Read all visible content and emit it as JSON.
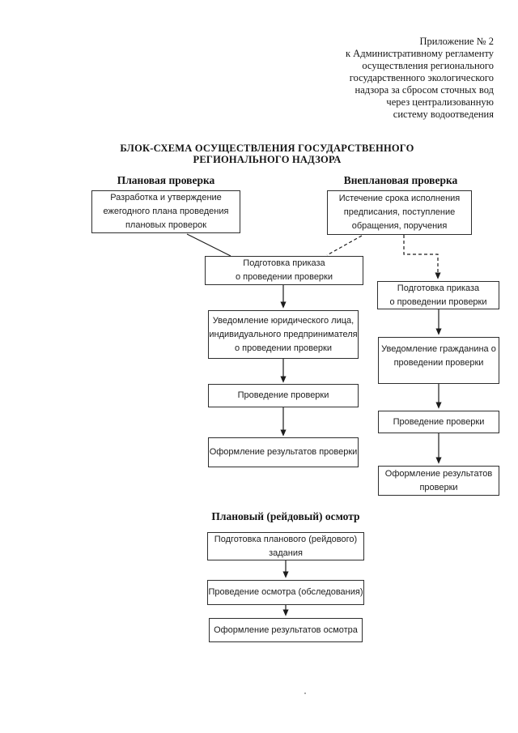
{
  "note": {
    "lines": [
      "Приложение № 2",
      "к Административному регламенту",
      "осуществления регионального",
      "государственного экологического",
      "надзора за сбросом сточных вод",
      "через централизованную",
      "систему водоотведения"
    ]
  },
  "title": {
    "lines": [
      "БЛОК-СХЕМА ОСУЩЕСТВЛЕНИЯ ГОСУДАРСТВЕННОГО",
      "РЕГИОНАЛЬНОГО НАДЗОРА"
    ]
  },
  "planned": {
    "header": "Плановая проверка",
    "boxes": [
      {
        "lines": [
          "Разработка и утверждение",
          "ежегодного плана проведения",
          "плановых проверок"
        ]
      },
      {
        "lines": [
          "Подготовка приказа",
          "о проведении проверки"
        ]
      },
      {
        "lines": [
          "Уведомление юридического лица,",
          "индивидуального предпринимателя",
          "о проведении проверки"
        ]
      },
      {
        "lines": [
          "Проведение проверки"
        ]
      },
      {
        "lines": [
          "Оформление результатов проверки"
        ]
      }
    ]
  },
  "unplanned": {
    "header": "Внеплановая проверка",
    "boxes": [
      {
        "lines": [
          "Истечение срока исполнения",
          "предписания, поступление",
          "обращения, поручения"
        ]
      },
      {
        "lines": [
          "Подготовка приказа",
          "о проведении проверки"
        ]
      },
      {
        "lines": [
          "Уведомление гражданина о",
          "проведении проверки"
        ]
      },
      {
        "lines": [
          "Проведение проверки"
        ]
      },
      {
        "lines": [
          "Оформление результатов",
          "проверки"
        ]
      }
    ]
  },
  "raid": {
    "header": "Плановый (рейдовый) осмотр",
    "boxes": [
      {
        "lines": [
          "Подготовка планового (рейдового)",
          "задания"
        ]
      },
      {
        "lines": [
          "Проведение осмотра (обследования)"
        ]
      },
      {
        "lines": [
          "Оформление результатов осмотра"
        ]
      }
    ]
  },
  "colors": {
    "ink": "#1c1c1c",
    "border": "#2e2e2e",
    "paper": "#ffffff"
  }
}
